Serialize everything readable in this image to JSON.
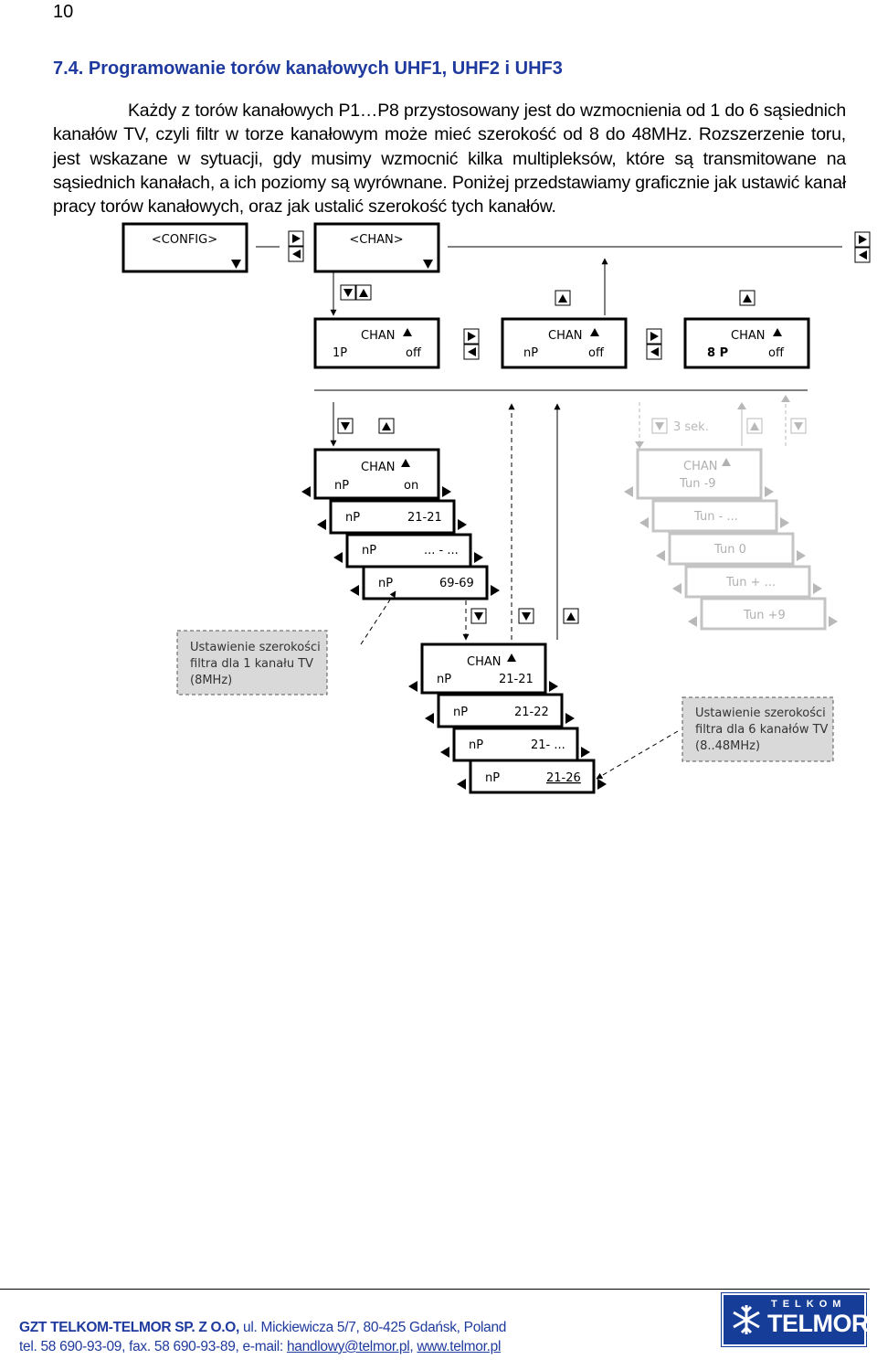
{
  "page_number": "10",
  "heading": "7.4. Programowanie torów kanałowych UHF1, UHF2 i UHF3",
  "paragraph": "Każdy z torów kanałowych P1…P8 przystosowany jest do wzmocnienia od 1 do 6 sąsiednich kanałów TV, czyli filtr w torze kanałowym może mieć szerokość od 8 do 48MHz. Rozszerzenie toru, jest wskazane w sytuacji, gdy musimy wzmocnić kilka multipleksów, które są transmitowane na sąsiednich kanałach, a ich poziomy są wyrównane. Poniżej przedstawiamy graficznie jak ustawić kanał pracy torów kanałowych, oraz jak ustalić szerokość tych kanałów.",
  "diagram": {
    "config_label": "<CONFIG>",
    "chan_label": "<CHAN>",
    "chan_word": "CHAN",
    "row1": [
      {
        "left": "1P",
        "right": "off"
      },
      {
        "left": "nP",
        "right": "off"
      },
      {
        "left": "8 P",
        "right": "off"
      }
    ],
    "left_stack": [
      {
        "left": "nP",
        "right": "on"
      },
      {
        "left": "nP",
        "right": "21-21"
      },
      {
        "left": "nP",
        "right": "... - ..."
      },
      {
        "left": "nP",
        "right": "69-69"
      }
    ],
    "tun_stack": [
      "Tun -9",
      "Tun - ...",
      "Tun 0",
      "Tun + ...",
      "Tun +9"
    ],
    "delay_label": "3 sek.",
    "bottom_stack": [
      {
        "left": "nP",
        "right": "21-21"
      },
      {
        "left": "nP",
        "right": "21-22"
      },
      {
        "left": "nP",
        "right": "21- ..."
      },
      {
        "left": "nP",
        "right": "21-26"
      }
    ],
    "note_1ch": [
      "Ustawienie szerokości",
      "filtra dla 1 kanału TV",
      "(8MHz)"
    ],
    "note_6ch": [
      "Ustawienie szerokości",
      "filtra dla 6 kanałów TV",
      "(8..48MHz)"
    ]
  },
  "footer": {
    "company": "GZT TELKOM-TELMOR SP. Z O.O,",
    "address": " ul. Mickiewicza 5/7, 80-425 Gdańsk, Poland",
    "phones": "tel. 58 690-93-09, fax. 58 690-93-89, e-mail: ",
    "email": "handlowy@telmor.pl",
    "separator": ", ",
    "website": "www.telmor.pl",
    "logo_top": "TELKOM",
    "logo_main": "TELMOR"
  },
  "colors": {
    "heading": "#1f3a9e",
    "footer_text": "#1f3a9e",
    "logo_bg": "#163e99",
    "gray_box": "#d9d9d9"
  }
}
